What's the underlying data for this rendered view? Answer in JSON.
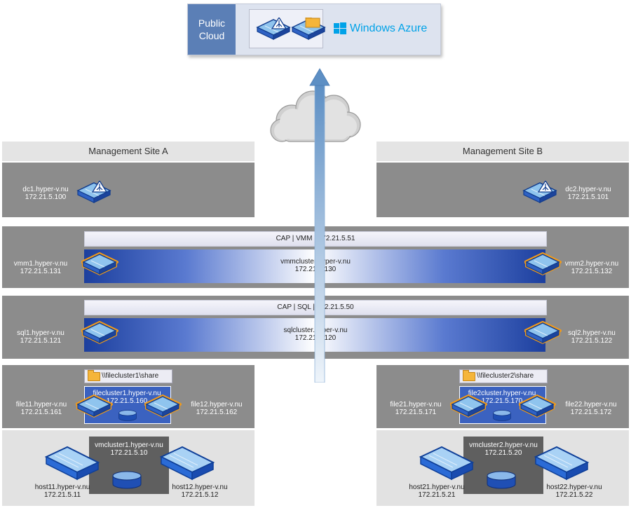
{
  "public_cloud": {
    "label_line1": "Public",
    "label_line2": "Cloud",
    "azure_label": "Windows Azure"
  },
  "site_a": {
    "title": "Management Site A",
    "dc": {
      "name": "dc1.hyper-v.nu",
      "ip": "172.21.5.100"
    },
    "vmm": {
      "name": "vmm1.hyper-v.nu",
      "ip": "172.21.5.131"
    },
    "sql": {
      "name": "sql1.hyper-v.nu",
      "ip": "172.21.5.121"
    },
    "share": "\\\\filecluster1\\share",
    "filecluster": {
      "name": "filecluster1.hyper-v.nu",
      "ip": "172.21.5.160"
    },
    "file_left": {
      "name": "file11.hyper-v.nu",
      "ip": "172.21.5.161"
    },
    "file_right": {
      "name": "file12.hyper-v.nu",
      "ip": "172.21.5.162"
    },
    "vmcluster": {
      "name": "vmcluster1.hyper-v.nu",
      "ip": "172.21.5.10"
    },
    "host_left": {
      "name": "host11.hyper-v.nu",
      "ip": "172.21.5.11"
    },
    "host_right": {
      "name": "host12.hyper-v.nu",
      "ip": "172.21.5.12"
    }
  },
  "site_b": {
    "title": "Management Site B",
    "dc": {
      "name": "dc2.hyper-v.nu",
      "ip": "172.21.5.101"
    },
    "vmm": {
      "name": "vmm2.hyper-v.nu",
      "ip": "172.21.5.132"
    },
    "sql": {
      "name": "sql2.hyper-v.nu",
      "ip": "172.21.5.122"
    },
    "share": "\\\\filecluster2\\share",
    "filecluster": {
      "name": "file2cluster.hyper-v.nu",
      "ip": "172.21.5.170"
    },
    "file_left": {
      "name": "file21.hyper-v.nu",
      "ip": "172.21.5.171"
    },
    "file_right": {
      "name": "file22.hyper-v.nu",
      "ip": "172.21.5.172"
    },
    "vmcluster": {
      "name": "vmcluster2.hyper-v.nu",
      "ip": "172.21.5.20"
    },
    "host_left": {
      "name": "host21.hyper-v.nu",
      "ip": "172.21.5.21"
    },
    "host_right": {
      "name": "host22.hyper-v.nu",
      "ip": "172.21.5.22"
    }
  },
  "shared": {
    "cap_vmm": "CAP | VMM | 172.21.5.51",
    "vmm_cluster": {
      "name": "vmmcluster.hyper-v.nu",
      "ip": "172.21.5.130"
    },
    "cap_sql": "CAP | SQL | 172.21.5.50",
    "sql_cluster": {
      "name": "sqlcluster.hyper-v.nu",
      "ip": "172.21.5.120"
    }
  },
  "colors": {
    "cloud_panel": "#5b7fb6",
    "azure": "#00a2e8",
    "cluster_blue": "#1c3f9e",
    "server_outline": "#f29b1a"
  }
}
